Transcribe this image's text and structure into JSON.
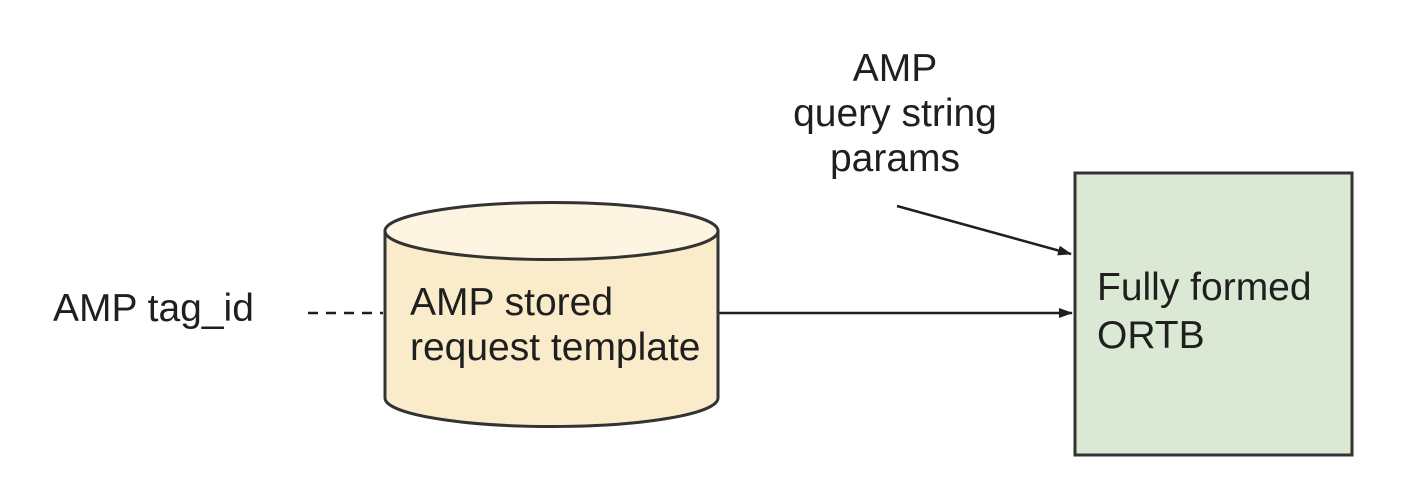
{
  "diagram": {
    "background_color": "#ffffff",
    "stroke_color": "#333333",
    "text_color": "#1f1f1f",
    "input_label": {
      "text": "AMP tag_id"
    },
    "query_params_label": {
      "text": "AMP\nquery string\nparams"
    },
    "stored_request_node": {
      "shape": "cylinder",
      "text": "AMP stored\nrequest template",
      "body_fill": "#faecca",
      "top_fill": "#fdf5e1"
    },
    "ortb_node": {
      "shape": "rectangle",
      "text": "Fully formed\nORTB",
      "fill": "#dbe8d4"
    },
    "connectors": [
      {
        "id": "tag-id-to-cylinder",
        "style": "dashed",
        "arrowhead": false
      },
      {
        "id": "cylinder-to-ortb",
        "style": "solid",
        "arrowhead": true
      },
      {
        "id": "query-params-to-ortb",
        "style": "solid",
        "arrowhead": true
      }
    ]
  }
}
